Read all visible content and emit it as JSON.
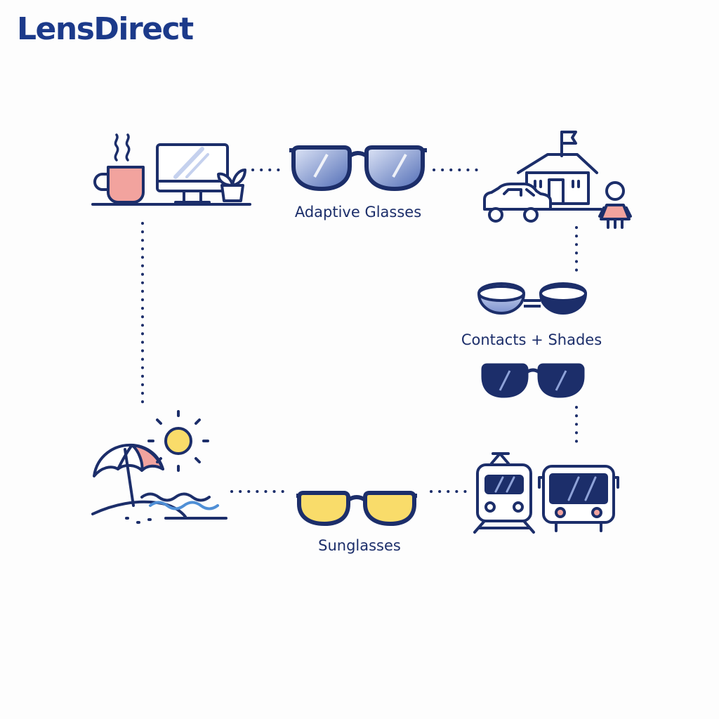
{
  "brand": {
    "name": "LensDirect"
  },
  "labels": {
    "adaptive": "Adaptive Glasses",
    "contacts": "Contacts + Shades",
    "sunglasses": "Sunglasses"
  },
  "colors": {
    "navy": "#1c2e6a",
    "coral": "#f2a39e",
    "sun_yellow": "#f9dc6a",
    "lens_blue": "#5c79c2",
    "water_blue": "#4f8fd6",
    "dark_lens": "#1c2e6a"
  },
  "icons": {
    "office": [
      "coffee-mug-icon",
      "monitor-icon",
      "potted-plant-icon"
    ],
    "town": [
      "school-house-icon",
      "car-icon",
      "child-icon"
    ],
    "beach": [
      "beach-umbrella-icon",
      "sun-icon",
      "waves-icon"
    ],
    "transit": [
      "train-icon",
      "bus-icon"
    ],
    "eyewear": [
      "adaptive-glasses-icon",
      "contact-lenses-icon",
      "dark-shades-icon",
      "sunglasses-icon"
    ]
  }
}
